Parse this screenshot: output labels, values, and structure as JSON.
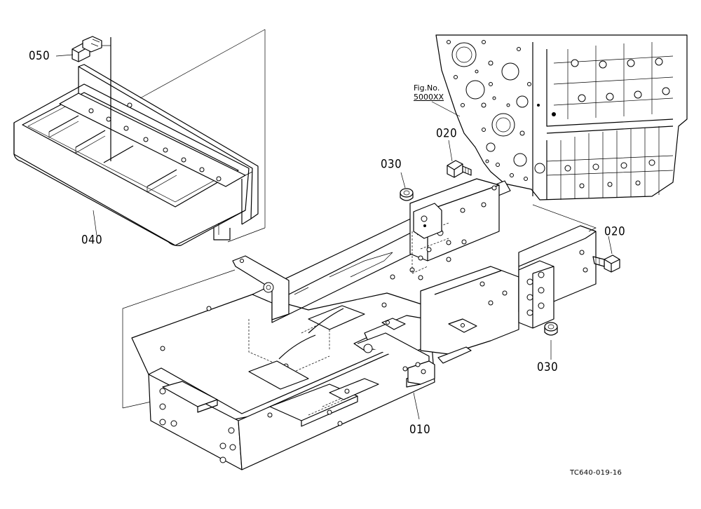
{
  "figure_ref": {
    "line1": "Fig.No.",
    "line2": "5000XX"
  },
  "drawing_code": "TC640-019-16",
  "callouts": [
    {
      "id": "label-050",
      "text": "050"
    },
    {
      "id": "label-040",
      "text": "040"
    },
    {
      "id": "label-030-top",
      "text": "030"
    },
    {
      "id": "label-020-top",
      "text": "020"
    },
    {
      "id": "label-020-right",
      "text": "020"
    },
    {
      "id": "label-030-right",
      "text": "030"
    },
    {
      "id": "label-010",
      "text": "010"
    }
  ]
}
